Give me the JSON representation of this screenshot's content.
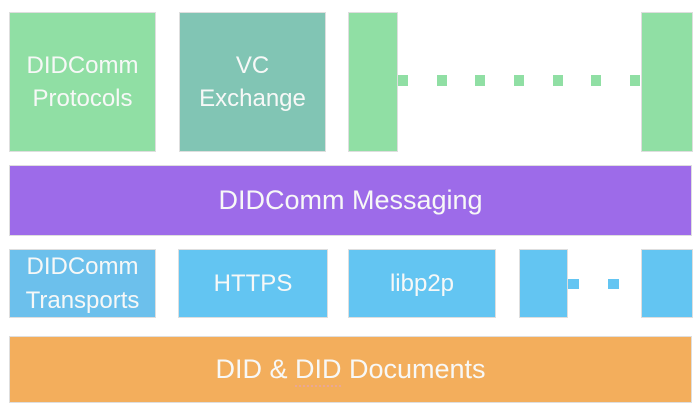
{
  "colors": {
    "green": "#90DFA4",
    "teal": "#81C5B4",
    "purple": "#9D6BE9",
    "blue": "#63C5F2",
    "blue-muted": "#6CC0EC",
    "orange": "#F3AE5C",
    "box-border": "#DEDEDE",
    "label-text": "#F7F8F7",
    "spellcheck-underline": "#E9A795"
  },
  "top_row": {
    "protocols_label": "DIDComm Protocols",
    "vc_exchange_label": "VC Exchange"
  },
  "messaging_layer": {
    "label": "DIDComm Messaging"
  },
  "transport_row": {
    "transports_label": "DIDComm Transports",
    "https_label": "HTTPS",
    "libp2p_label": "libp2p"
  },
  "did_layer": {
    "label_part1": "DID & ",
    "label_part2": "DID",
    "label_part3": " Documents"
  }
}
